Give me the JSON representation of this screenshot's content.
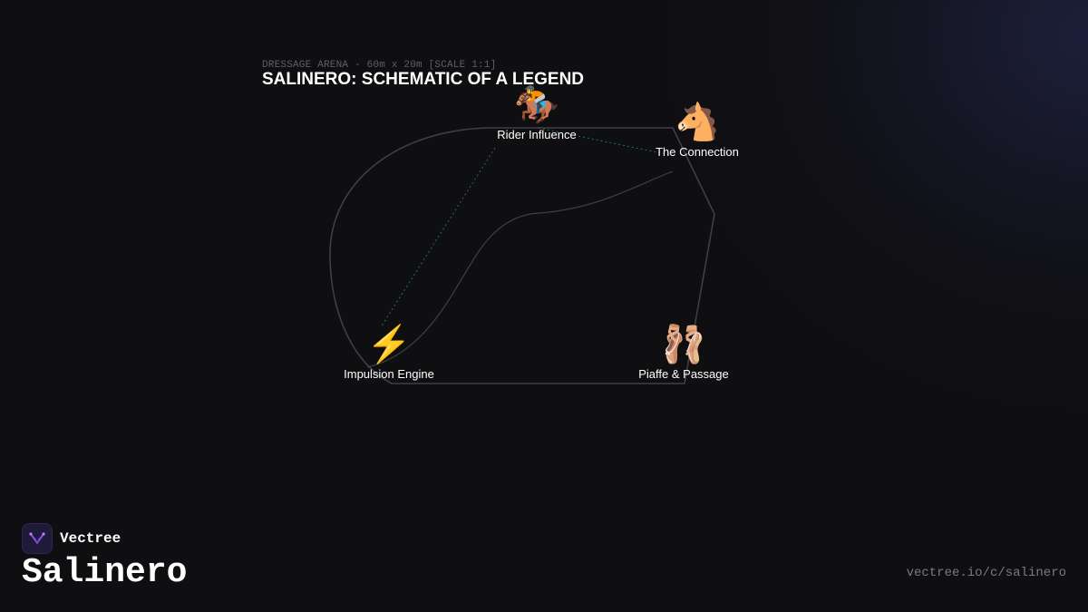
{
  "diagram": {
    "caption": "DRESSAGE ARENA - 60m x 20m [SCALE 1:1]",
    "title": "SALINERO: SCHEMATIC OF A LEGEND",
    "nodes": [
      {
        "id": "rider-influence",
        "label": "Rider Influence",
        "icon": "horse-racing-icon",
        "emoji": "🏇"
      },
      {
        "id": "the-connection",
        "label": "The Connection",
        "icon": "horse-face-icon",
        "emoji": "🐴"
      },
      {
        "id": "impulsion-engine",
        "label": "Impulsion Engine",
        "icon": "lightning-icon",
        "emoji": "⚡"
      },
      {
        "id": "piaffe-passage",
        "label": "Piaffe & Passage",
        "icon": "ballet-shoes-icon",
        "emoji": "🩰"
      }
    ],
    "colors": {
      "outline": "#3f3f44",
      "dotted_link": "#1f6f6a",
      "background": "#0f0f12"
    }
  },
  "footer": {
    "brand": "Vectree",
    "name": "Salinero",
    "url": "vectree.io/c/salinero"
  }
}
